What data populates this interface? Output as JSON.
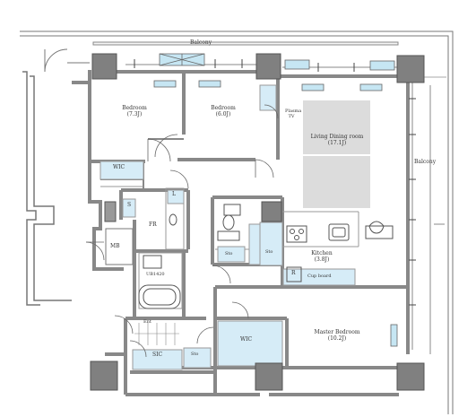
{
  "rooms": {
    "balcony_top": "Balcony",
    "balcony_right": "Balcony",
    "bedroom_1": {
      "name": "Bedroom",
      "size": "(7.3J)"
    },
    "bedroom_2": {
      "name": "Bedroom",
      "size": "(6.0J)"
    },
    "living_dining": {
      "name": "Living Dining room",
      "size": "(17.1J)"
    },
    "wic_1": "WIC",
    "wic_2": "WIC",
    "s": "S",
    "l": "L",
    "fr": "FR",
    "mb": "MB",
    "bath": "UB1420",
    "kitchen": {
      "name": "Kitchen",
      "size": "(3.8J)"
    },
    "sto_1": "Sto",
    "sto_2": "Sto",
    "sto_3": "Sto",
    "r": "R",
    "cupboard": "Cup board",
    "master_bedroom": {
      "name": "Master Bedroom",
      "size": "(10.2J)"
    },
    "ent": "Ent",
    "sic": "SIC",
    "plasma_tv": "Plasma TV"
  },
  "colors": {
    "wall": "#888888",
    "column": "#808080",
    "storage": "#d6ecf7",
    "window": "#c6e6f3",
    "living_floor": "#dcdcdc"
  }
}
